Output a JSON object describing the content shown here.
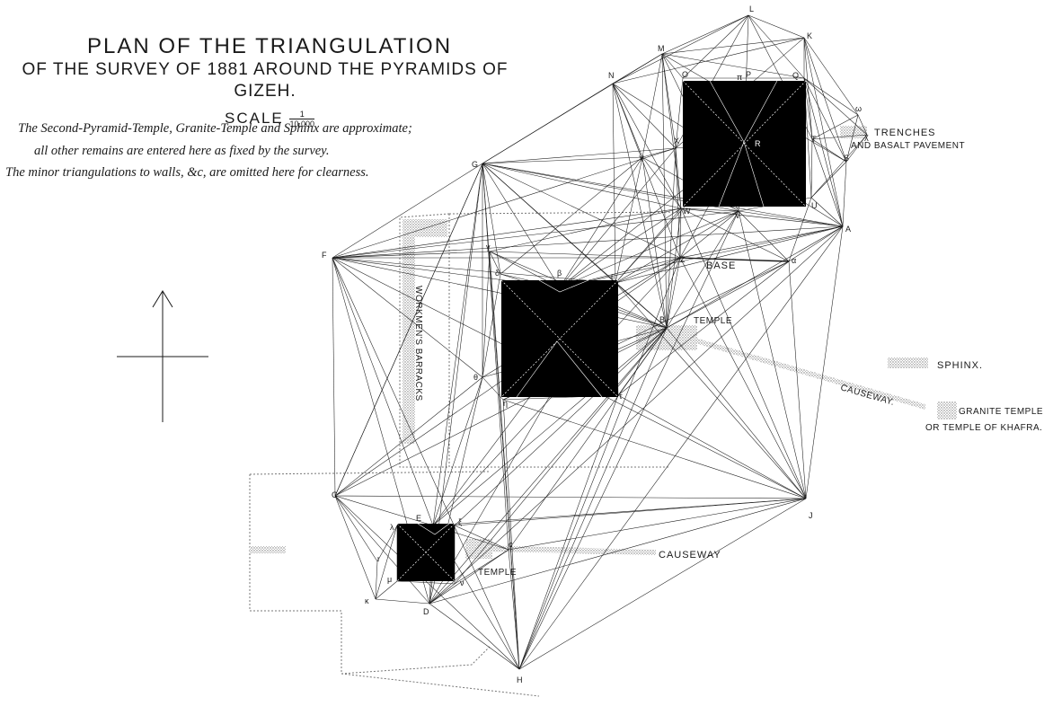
{
  "title": {
    "line1": "PLAN OF THE TRIANGULATION",
    "line2": "OF THE SURVEY OF 1881 AROUND THE PYRAMIDS OF GIZEH.",
    "scale_label": "SCALE",
    "scale_num": "1",
    "scale_den": "10,000"
  },
  "notes": [
    "The Second-Pyramid-Temple, Granite-Temple and Sphinx are approximate;",
    "all other remains are entered here as fixed by the survey.",
    "The minor triangulations to walls, &c, are omitted here for clearness."
  ],
  "labels": {
    "trenches": "TRENCHES",
    "basalt": "AND BASALT PAVEMENT",
    "base": "BASE",
    "temple_b": "TEMPLE",
    "sphinx": "SPHINX.",
    "causeway1": "CAUSEWAY.",
    "granite1": "GRANITE TEMPLE",
    "granite2": "OR TEMPLE OF KHAFRA.",
    "barracks": "WORKMEN'S BARRACKS",
    "causeway2": "CAUSEWAY",
    "temple_3": "TEMPLE"
  },
  "stations": {
    "L": "L",
    "K": "K",
    "M": "M",
    "N": "N",
    "O": "O",
    "P": "P",
    "Q": "Q",
    "R": "R",
    "X": "X",
    "Y": "Y",
    "G": "G",
    "S": "S",
    "T": "T",
    "U": "U",
    "W": "W",
    "V": "V",
    "A": "A",
    "Z": "Z",
    "alpha": "α",
    "B": "B",
    "F": "F",
    "J": "J",
    "C": "C",
    "D": "D",
    "H": "H",
    "E": "E",
    "theta": "θ",
    "gamma": "γ",
    "delta": "δ",
    "beta": "β",
    "eps": "ε",
    "tau": "τ",
    "eta": "η",
    "pi": "π",
    "lambda": "λ",
    "xi": "ξ",
    "mu": "μ",
    "nu": "ν",
    "kappa": "κ",
    "iota": "ι",
    "c": "c",
    "omega": "ω",
    "chi": "χ"
  },
  "colors": {
    "ink": "#1a1a1a",
    "fill": "#000000",
    "stipple": "#7a7a7a"
  }
}
